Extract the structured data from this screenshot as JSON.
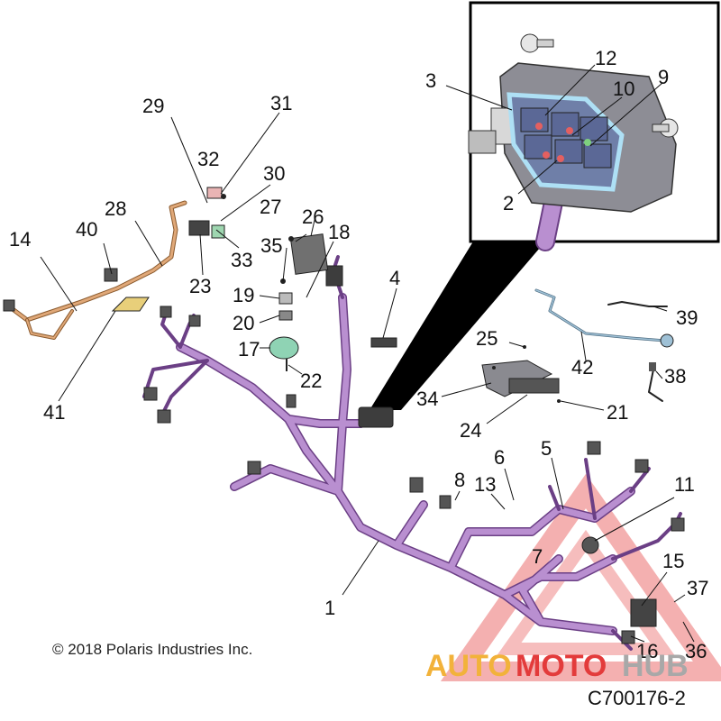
{
  "callouts": {
    "c1": "1",
    "c2": "2",
    "c3": "3",
    "c4": "4",
    "c5": "5",
    "c6": "6",
    "c7": "7",
    "c8": "8",
    "c9": "9",
    "c10": "10",
    "c11": "11",
    "c12": "12",
    "c13": "13",
    "c14": "14",
    "c15": "15",
    "c16": "16",
    "c17": "17",
    "c18": "18",
    "c19": "19",
    "c20": "20",
    "c21": "21",
    "c22": "22",
    "c23": "23",
    "c24": "24",
    "c25": "25",
    "c26": "26",
    "c27": "27",
    "c28": "28",
    "c29": "29",
    "c30": "30",
    "c31": "31",
    "c32": "32",
    "c33": "33",
    "c34": "34",
    "c35": "35",
    "c36": "36",
    "c37": "37",
    "c38": "38",
    "c39": "39",
    "c40": "40",
    "c41": "41",
    "c42": "42"
  },
  "copyright": "© 2018 Polaris Industries Inc.",
  "part_number": "C700176-2",
  "watermark": {
    "left": "AUTO",
    "middle": "MOTO",
    "right": "HUB"
  },
  "colors": {
    "harness": "#b98fd0",
    "harness_edge": "#6b3f85",
    "sub_harness": "#e0a878",
    "sensor_lead": "#9fc1d6",
    "fuse_box": "#9a9aa6",
    "watermark_red": "#e33b3b",
    "watermark_orange": "#f2b23a",
    "watermark_grey": "#a8a8a8"
  }
}
